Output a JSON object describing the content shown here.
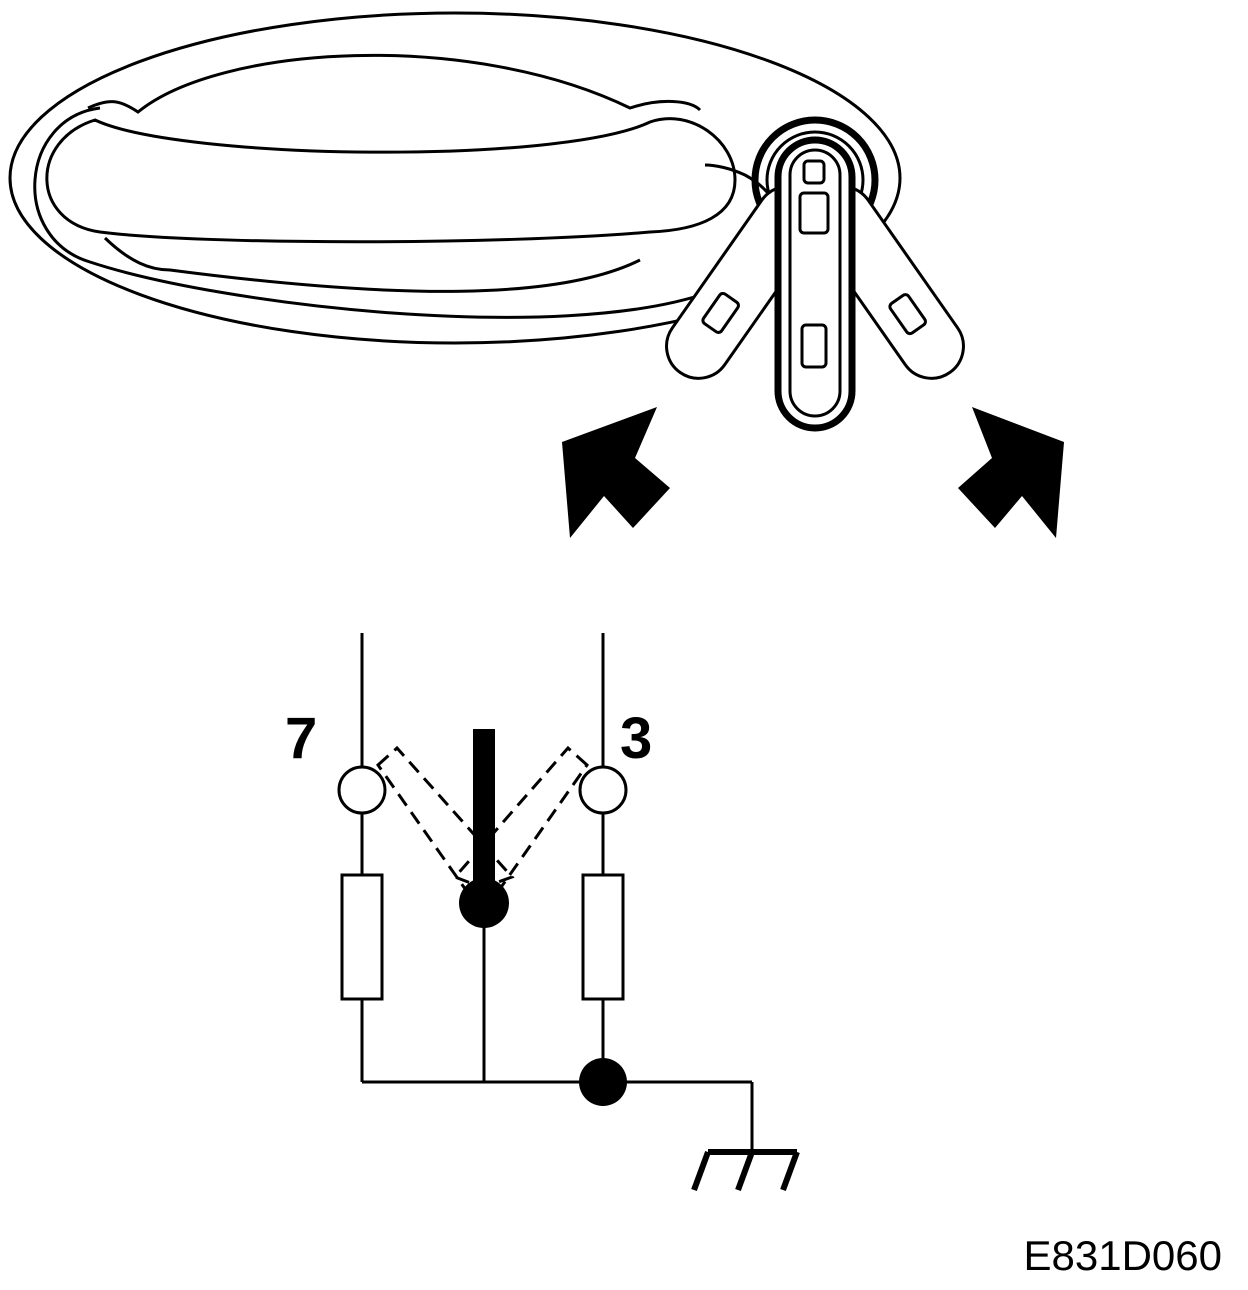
{
  "terminals": [
    {
      "id": "left",
      "label": "7"
    },
    {
      "id": "right",
      "label": "3"
    }
  ],
  "figure_code": "E831D060",
  "colors": {
    "ink": "#000000",
    "paper": "#ffffff"
  }
}
